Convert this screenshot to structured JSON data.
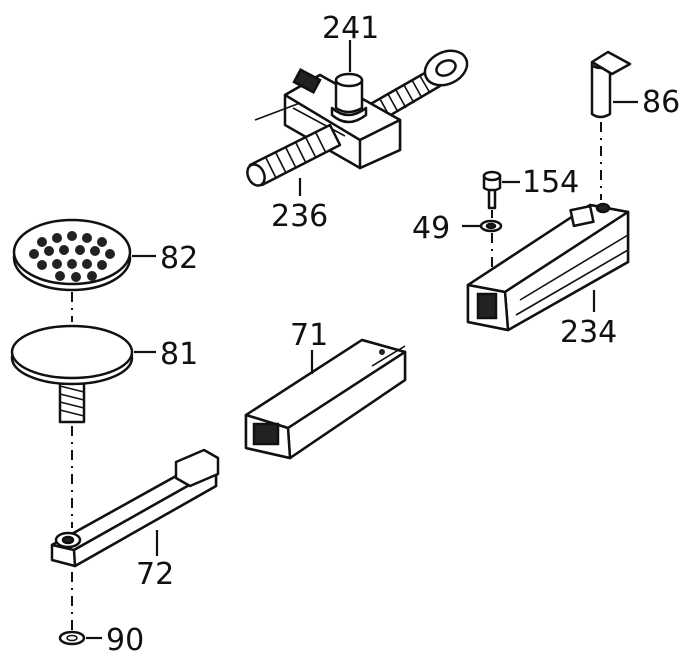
{
  "diagram": {
    "labels": {
      "l241": "241",
      "l236": "236",
      "l86": "86",
      "l154": "154",
      "l49": "49",
      "l234": "234",
      "l82": "82",
      "l81": "81",
      "l71": "71",
      "l72": "72",
      "l90": "90"
    },
    "colors": {
      "ink": "#111111",
      "paper": "#ffffff"
    }
  }
}
